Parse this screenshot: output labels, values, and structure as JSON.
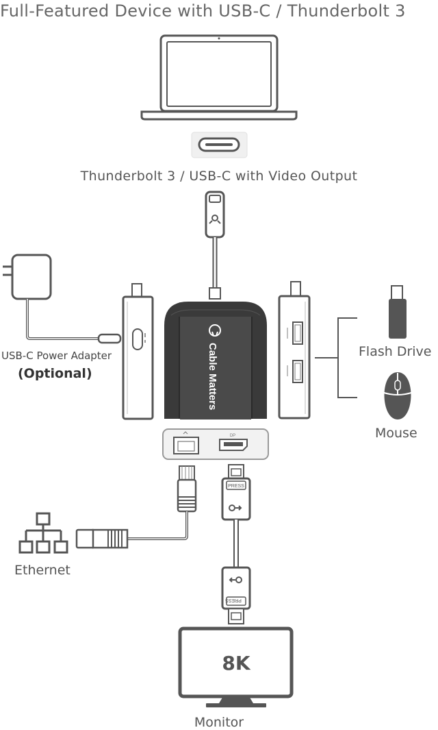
{
  "title": "Full-Featured Device with USB-C / Thunderbolt 3",
  "port_caption": "Thunderbolt 3 / USB-C with Video Output",
  "power": {
    "label": "USB-C Power Adapter",
    "note": "(Optional)"
  },
  "flash_drive": {
    "label": "Flash Drive"
  },
  "mouse": {
    "label": "Mouse"
  },
  "ethernet": {
    "label": "Ethernet"
  },
  "monitor": {
    "label": "Monitor",
    "resolution": "8K"
  },
  "brand": {
    "name": "Cable Matters"
  },
  "connector_labels": {
    "press": "PRESS",
    "dp": "DP"
  },
  "colors": {
    "line": "#555555",
    "device": "#444444",
    "device_dark": "#3a3a3a",
    "panel_light": "#eeeeee"
  }
}
